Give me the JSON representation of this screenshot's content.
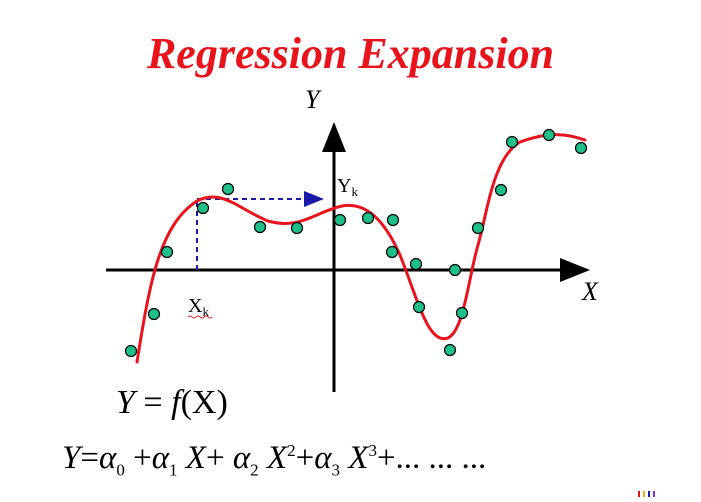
{
  "title": "Regression Expansion",
  "axes": {
    "y_label": "Y",
    "x_label": "X"
  },
  "markers": {
    "xk_base": "X",
    "xk_sub": "k",
    "yk_base": "Y",
    "yk_sub": "k"
  },
  "equations": {
    "eq1": {
      "lhs": "Y",
      "eq": "=",
      "func": "f",
      "arg": "(X)"
    },
    "eq2": {
      "lhs": "Y",
      "eq": "=",
      "a0": "α",
      "a0_sub": "0",
      "p1": "+",
      "a1": "α",
      "a1_sub": "1",
      "x1": "X",
      "p2": "+",
      "a2": "α",
      "a2_sub": "2",
      "x2": "X",
      "x2_sup": "2",
      "p3": "+",
      "a3": "α",
      "a3_sub": "3",
      "x3": "X",
      "x3_sup": "3",
      "tail": "+...  ...  ..."
    }
  },
  "colors": {
    "title": "#e8141c",
    "curve": "#e8141c",
    "points": "#1fbf8a",
    "dashed": "#1a1aa8",
    "axis": "#000000"
  }
}
